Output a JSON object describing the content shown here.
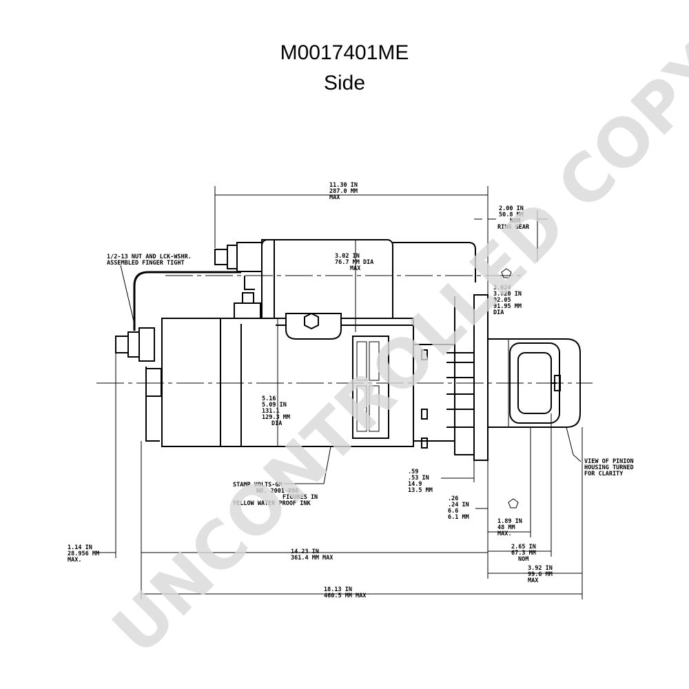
{
  "title": {
    "line1": "M0017401ME",
    "line2": "Side"
  },
  "watermark": "UNCONTROLLED COPY",
  "dimensions": {
    "overall_top": [
      "11.30 IN",
      "287.0 MM",
      "MAX"
    ],
    "ring_gear": [
      "2.00 IN",
      "50.8 MM",
      "NOM",
      "RING GEAR"
    ],
    "solenoid_dia": [
      "3.02 IN",
      "76.7 MM DIA",
      "MAX"
    ],
    "pilot_dia": [
      "3.624",
      "3.620 IN",
      "92.05",
      "91.95 MM",
      "DIA"
    ],
    "body_dia": [
      "5.16",
      "5.09 IN",
      "131.1",
      "129.3 MM",
      "DIA"
    ],
    "flange_offset": [
      ".59",
      ".53 IN",
      "14.9",
      "13.5 MM"
    ],
    "flange_thk": [
      ".26",
      ".24 IN",
      "6.6",
      "6.1 MM"
    ],
    "pinion_len": [
      "1.89 IN",
      "48 MM",
      "MAX."
    ],
    "pinion_nom": [
      "2.65 IN",
      "67.3 MM",
      "NOM"
    ],
    "pinion_max": [
      "3.92 IN",
      "99.6 MM",
      "MAX"
    ],
    "terminal": [
      "1.14 IN",
      "28.956 MM",
      "MAX."
    ],
    "body_len": [
      "14.23 IN",
      "361.4 MM MAX"
    ],
    "overall_len": [
      "18.13 IN",
      "460.5 MM MAX"
    ]
  },
  "notes": {
    "nut": [
      "1/2-13 NUT AND LCK-WSHR.",
      "ASSEMBLED FINGER TIGHT"
    ],
    "stamp": [
      "STAMP VOLTS-GM",
      "NO. 2001-098",
      "FIGURES IN",
      "YELLOW WATER PROOF INK"
    ],
    "pinion_view": [
      "VIEW OF PINION",
      "HOUSING TURNED",
      "FOR CLARITY"
    ]
  }
}
